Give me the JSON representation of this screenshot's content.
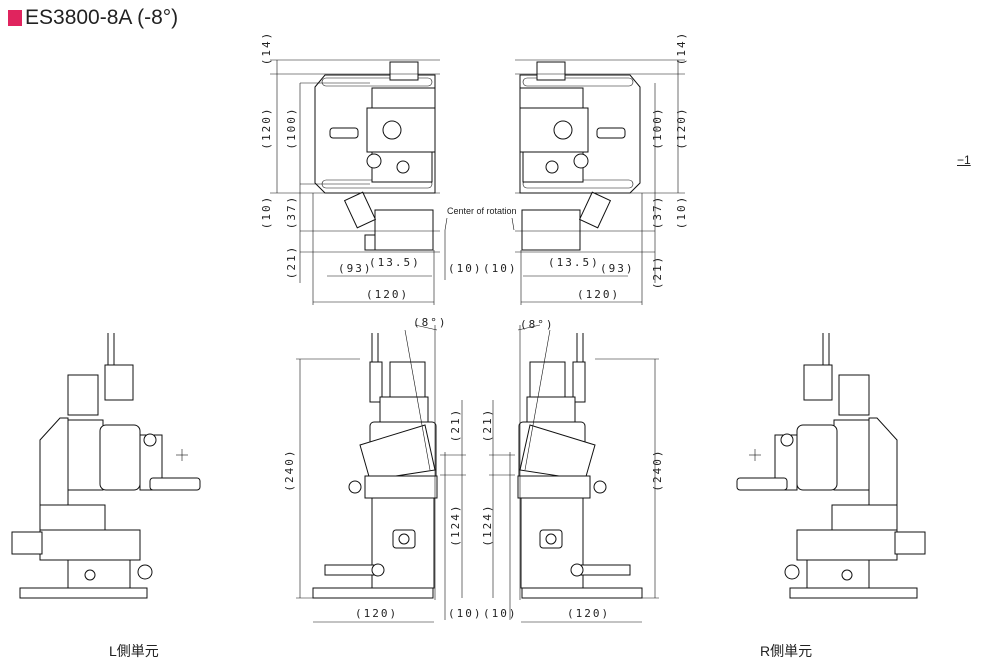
{
  "title": "ES3800-8A (-8°)",
  "colors": {
    "accent": "#e0245e"
  },
  "side_marker": "−1",
  "captions": {
    "left_unit": "L側単元",
    "right_unit": "R側単元"
  },
  "annotations": {
    "center_of_rotation": "Center of rotation"
  },
  "dims_top": {
    "l_14": "(14)",
    "l_120": "(120)",
    "l_100": "(100)",
    "l_10": "(10)",
    "l_37": "(37)",
    "l_21": "(21)",
    "l_93": "(93)",
    "l_13_5": "(13.5)",
    "l_gap": "(10)",
    "l_width": "(120)",
    "r_14": "(14)",
    "r_120": "(120)",
    "r_100": "(100)",
    "r_10": "(10)",
    "r_37": "(37)",
    "r_21": "(21)",
    "r_93": "(93)",
    "r_13_5": "(13.5)",
    "r_gap": "(10)",
    "r_width": "(120)"
  },
  "dims_bottom": {
    "l_angle": "(8°)",
    "l_240": "(240)",
    "l_21": "(21)",
    "l_124": "(124)",
    "l_width": "(120)",
    "l_gap": "(10)",
    "r_angle": "(8°)",
    "r_240": "(240)",
    "r_21": "(21)",
    "r_124": "(124)",
    "r_width": "(120)",
    "r_gap": "(10)"
  }
}
